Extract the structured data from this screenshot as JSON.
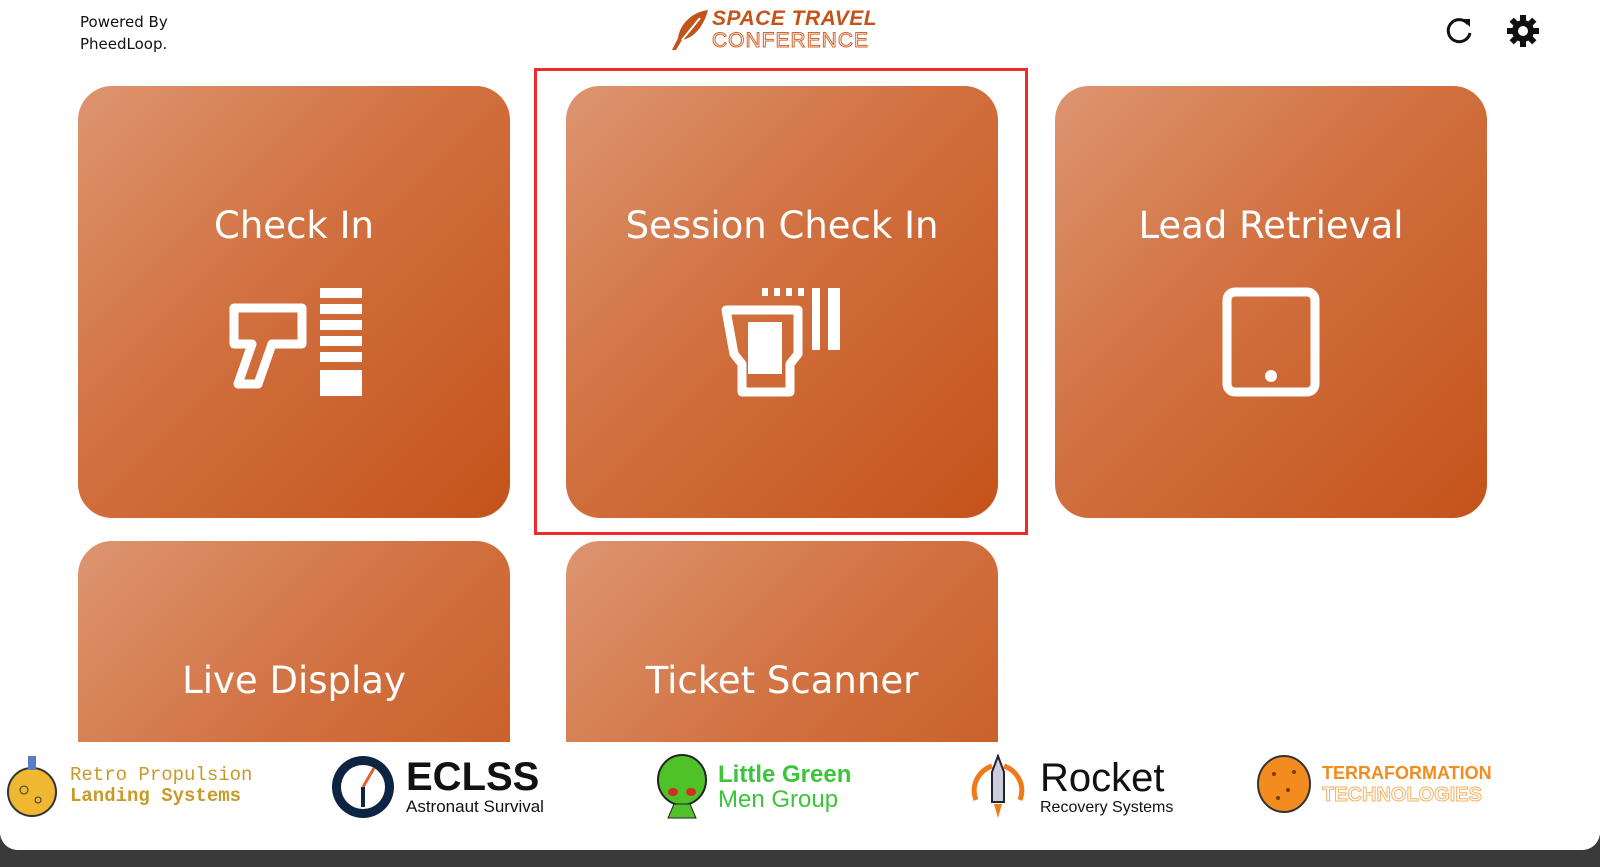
{
  "header": {
    "powered_by_line1": "Powered By",
    "powered_by_line2": "PheedLoop.",
    "logo_line1": "SPACE TRAVEL",
    "logo_line2": "CONFERENCE"
  },
  "tiles": [
    {
      "label": "Check In"
    },
    {
      "label": "Session Check In"
    },
    {
      "label": "Lead Retrieval"
    },
    {
      "label": "Live Display"
    },
    {
      "label": "Ticket Scanner"
    }
  ],
  "sponsors": [
    {
      "line1": "Retro Propulsion",
      "line2": "Landing Systems"
    },
    {
      "line1": "ECLSS",
      "line2": "Astronaut Survival"
    },
    {
      "line1": "Little Green",
      "line2": "Men Group"
    },
    {
      "line1": "Rocket",
      "line2": "Recovery Systems"
    },
    {
      "line1": "TERRAFORMATION",
      "line2": "TECHNOLOGIES"
    }
  ],
  "colors": {
    "accent": "#c4531a",
    "highlight": "#ee2a2a"
  }
}
